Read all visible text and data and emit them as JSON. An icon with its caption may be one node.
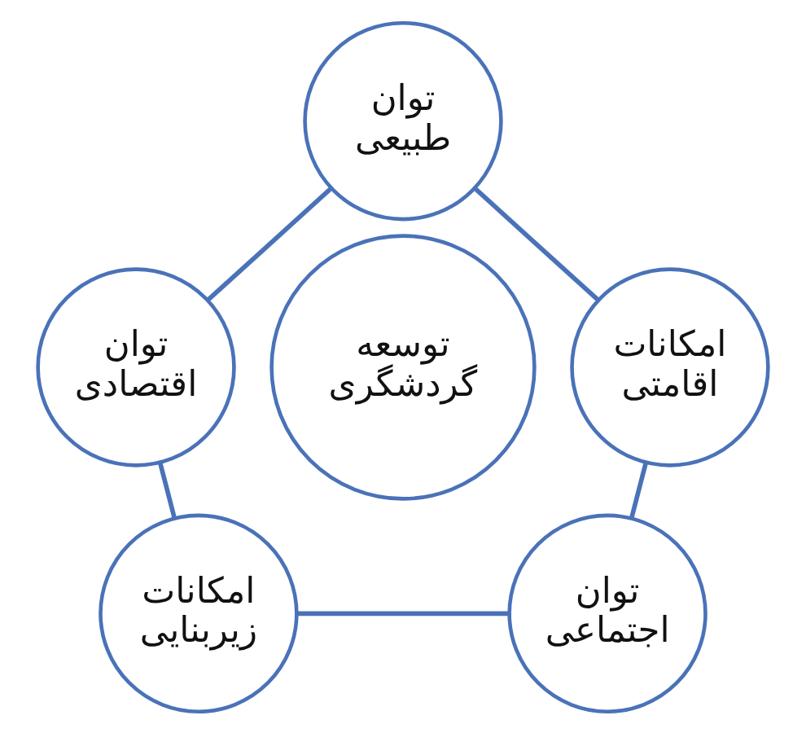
{
  "diagram": {
    "nodes": [
      {
        "text": [
          "توان طبیعی"
        ]
      },
      {
        "text": [
          "امکانات اقامتی"
        ]
      },
      {
        "text": [
          "توان اقتصادی"
        ]
      },
      {
        "text": [
          "توسعه گردشگری"
        ]
      },
      {
        "text": [
          "توان اجتماعی"
        ]
      },
      {
        "text": [
          "امکانات زیربنایی"
        ]
      }
    ],
    "edges": [
      {
        "from": 0,
        "to": 1,
        "arrow": "none"
      },
      {
        "from": 1,
        "to": 4,
        "arrow": "none"
      },
      {
        "from": 4,
        "to": 5,
        "arrow": "none"
      },
      {
        "from": 5,
        "to": 2,
        "arrow": "none"
      },
      {
        "from": 2,
        "to": 0,
        "arrow": "none"
      }
    ]
  }
}
